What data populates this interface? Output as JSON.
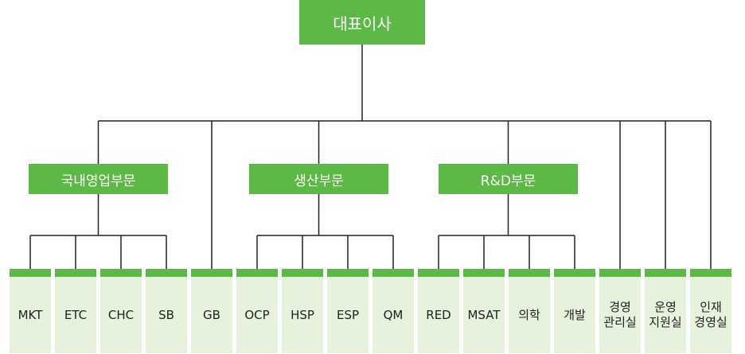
{
  "colors": {
    "accent": "#5db946",
    "leaf_bg": "#e6f2dc",
    "line": "#222222"
  },
  "ceo": {
    "label": "대표이사"
  },
  "divisions": [
    {
      "label": "국내영업부문"
    },
    {
      "label": "생산부문"
    },
    {
      "label": "R&D부문"
    }
  ],
  "units": [
    {
      "label": "MKT",
      "division": 0
    },
    {
      "label": "ETC",
      "division": 0
    },
    {
      "label": "CHC",
      "division": 0
    },
    {
      "label": "SB",
      "division": 0
    },
    {
      "label": "GB",
      "division": -1
    },
    {
      "label": "OCP",
      "division": 1
    },
    {
      "label": "HSP",
      "division": 1
    },
    {
      "label": "ESP",
      "division": 1
    },
    {
      "label": "QM",
      "division": 1
    },
    {
      "label": "RED",
      "division": 2
    },
    {
      "label": "MSAT",
      "division": 2
    },
    {
      "label": "의학",
      "division": 2
    },
    {
      "label": "개발",
      "division": 2
    },
    {
      "label": "경영\n관리실",
      "division": -1
    },
    {
      "label": "운영\n지원실",
      "division": -1
    },
    {
      "label": "인재\n경영실",
      "division": -1
    }
  ]
}
